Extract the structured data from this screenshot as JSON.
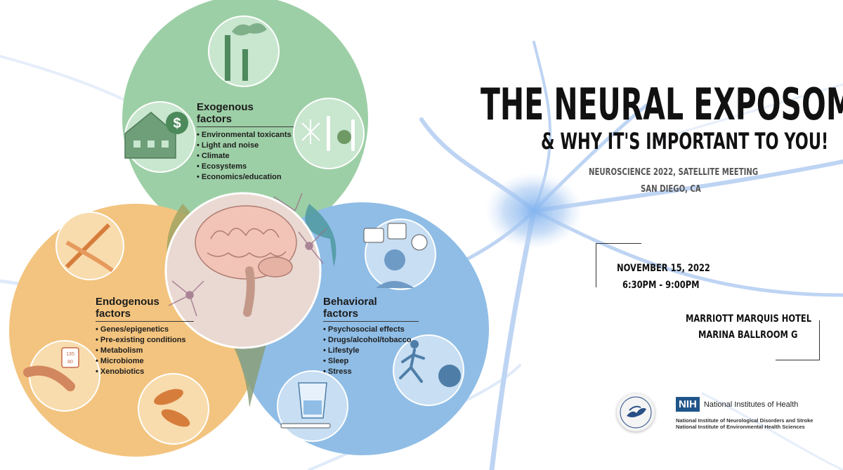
{
  "headline": {
    "title": "THE NEURAL EXPOSOME",
    "subtitle": "& WHY IT'S IMPORTANT TO YOU!"
  },
  "meeting": {
    "line1": "NEUROSCIENCE 2022, SATELLITE MEETING",
    "line2": "SAN DIEGO, CA"
  },
  "schedule": {
    "date": "NOVEMBER 15, 2022",
    "time": "6:30PM - 9:00PM"
  },
  "venue": {
    "line1": "MARRIOTT MARQUIS HOTEL",
    "line2": "MARINA BALLROOM G"
  },
  "diagram": {
    "exogenous": {
      "title_line1": "Exogenous",
      "title_line2": "factors",
      "items": [
        "Environmental toxicants",
        "Light and noise",
        "Climate",
        "Ecosystems",
        "Economics/education"
      ]
    },
    "endogenous": {
      "title_line1": "Endogenous",
      "title_line2": "factors",
      "items": [
        "Genes/epigenetics",
        "Pre-existing conditions",
        "Metabolism",
        "Microbiome",
        "Xenobiotics"
      ]
    },
    "behavioral": {
      "title_line1": "Behavioral",
      "title_line2": "factors",
      "items": [
        "Psychosocial effects",
        "Drugs/alcohol/tobacco",
        "Lifestyle",
        "Sleep",
        "Stress"
      ]
    },
    "bp_reading": {
      "top": "135",
      "bottom": "80"
    },
    "dollar_sign": "$",
    "colors": {
      "exogenous": "#9dcfa6",
      "endogenous": "#f3c47f",
      "behavioral": "#8fbde6",
      "center": "#e9d9d2"
    }
  },
  "logos": {
    "nih_abbrev": "NIH",
    "nih_name": "National Institutes of Health",
    "institute1": "National Institute of Neurological Disorders and Stroke",
    "institute2": "National Institute of Environmental Health Sciences"
  }
}
